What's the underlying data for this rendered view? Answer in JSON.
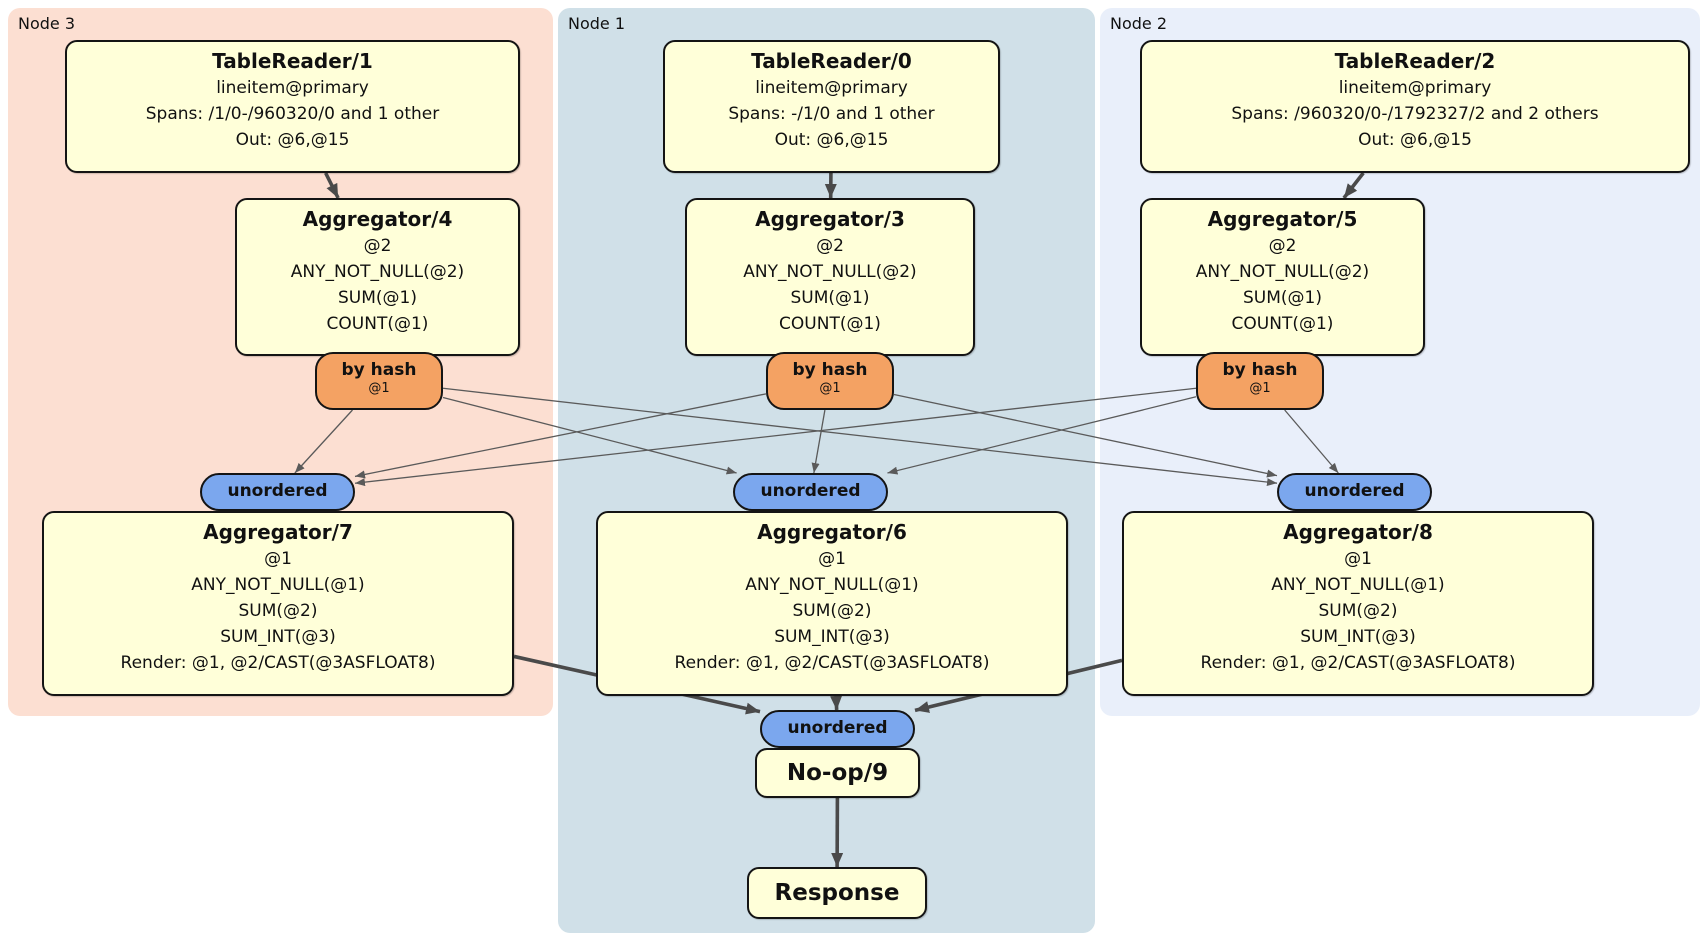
{
  "clusters": [
    {
      "id": "node3",
      "label": "Node 3"
    },
    {
      "id": "node1",
      "label": "Node 1"
    },
    {
      "id": "node2",
      "label": "Node 2"
    }
  ],
  "nodes": {
    "tr1": {
      "title": "TableReader/1",
      "lines": [
        "lineitem@primary",
        "Spans: /1/0-/960320/0 and 1 other",
        "Out: @6,@15"
      ]
    },
    "tr0": {
      "title": "TableReader/0",
      "lines": [
        "lineitem@primary",
        "Spans: -/1/0 and 1 other",
        "Out: @6,@15"
      ]
    },
    "tr2": {
      "title": "TableReader/2",
      "lines": [
        "lineitem@primary",
        "Spans: /960320/0-/1792327/2 and 2 others",
        "Out: @6,@15"
      ]
    },
    "agg4": {
      "title": "Aggregator/4",
      "lines": [
        "@2",
        "ANY_NOT_NULL(@2)",
        "SUM(@1)",
        "COUNT(@1)"
      ]
    },
    "agg3": {
      "title": "Aggregator/3",
      "lines": [
        "@2",
        "ANY_NOT_NULL(@2)",
        "SUM(@1)",
        "COUNT(@1)"
      ]
    },
    "agg5": {
      "title": "Aggregator/5",
      "lines": [
        "@2",
        "ANY_NOT_NULL(@2)",
        "SUM(@1)",
        "COUNT(@1)"
      ]
    },
    "hash4": {
      "title": "by hash",
      "sub": "@1"
    },
    "hash3": {
      "title": "by hash",
      "sub": "@1"
    },
    "hash5": {
      "title": "by hash",
      "sub": "@1"
    },
    "u7": {
      "label": "unordered"
    },
    "u6": {
      "label": "unordered"
    },
    "u8": {
      "label": "unordered"
    },
    "u9": {
      "label": "unordered"
    },
    "agg7": {
      "title": "Aggregator/7",
      "lines": [
        "@1",
        "ANY_NOT_NULL(@1)",
        "SUM(@2)",
        "SUM_INT(@3)",
        "Render: @1, @2/CAST(@3ASFLOAT8)"
      ]
    },
    "agg6": {
      "title": "Aggregator/6",
      "lines": [
        "@1",
        "ANY_NOT_NULL(@1)",
        "SUM(@2)",
        "SUM_INT(@3)",
        "Render: @1, @2/CAST(@3ASFLOAT8)"
      ]
    },
    "agg8": {
      "title": "Aggregator/8",
      "lines": [
        "@1",
        "ANY_NOT_NULL(@1)",
        "SUM(@2)",
        "SUM_INT(@3)",
        "Render: @1, @2/CAST(@3ASFLOAT8)"
      ]
    },
    "noop9": {
      "title": "No-op/9"
    },
    "response": {
      "title": "Response"
    }
  },
  "edges": [
    {
      "from": "tr1",
      "to": "agg4",
      "weight": "thick"
    },
    {
      "from": "tr0",
      "to": "agg3",
      "weight": "thick"
    },
    {
      "from": "tr2",
      "to": "agg5",
      "weight": "thick"
    },
    {
      "from": "hash4",
      "to": "u7",
      "weight": "thin"
    },
    {
      "from": "hash4",
      "to": "u6",
      "weight": "thin"
    },
    {
      "from": "hash4",
      "to": "u8",
      "weight": "thin"
    },
    {
      "from": "hash3",
      "to": "u7",
      "weight": "thin"
    },
    {
      "from": "hash3",
      "to": "u6",
      "weight": "thin"
    },
    {
      "from": "hash3",
      "to": "u8",
      "weight": "thin"
    },
    {
      "from": "hash5",
      "to": "u7",
      "weight": "thin"
    },
    {
      "from": "hash5",
      "to": "u6",
      "weight": "thin"
    },
    {
      "from": "hash5",
      "to": "u8",
      "weight": "thin"
    },
    {
      "from": "agg7",
      "to": "u9",
      "weight": "thick"
    },
    {
      "from": "agg6",
      "to": "u9",
      "weight": "thick"
    },
    {
      "from": "agg8",
      "to": "u9",
      "weight": "thick"
    },
    {
      "from": "noop9",
      "to": "response",
      "weight": "thick"
    }
  ],
  "colors": {
    "node3_bg": "#fcdfd2",
    "node1_bg": "#d0e0e8",
    "node2_bg": "#e9effa",
    "box_fill": "#ffffd9",
    "hash_fill": "#f4a263",
    "stream_fill": "#7ba7ee",
    "edge_thin": "#5a5a5a",
    "edge_thick": "#4a4a4a"
  }
}
